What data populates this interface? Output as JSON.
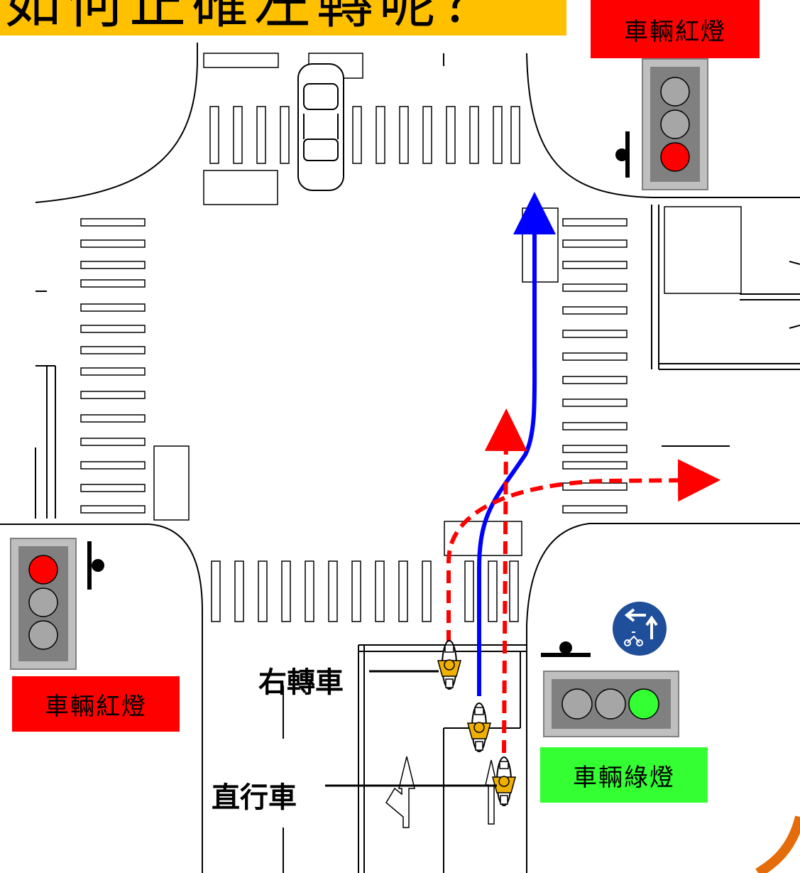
{
  "title": "如何正確左轉呢？",
  "signals": {
    "top_right_label": "車輛紅燈",
    "left_label": "車輛紅燈",
    "bottom_right_label": "車輛綠燈",
    "colors": {
      "red": "#FF0000",
      "green": "#33FF33",
      "gray": "#A6A6A6",
      "title_bg": "#FFC000"
    }
  },
  "vehicles": {
    "right_turn_label": "右轉車",
    "straight_label": "直行車"
  },
  "icons": {
    "traffic_light_top_right": "traffic-light-vertical-red",
    "traffic_light_left": "traffic-light-vertical-red",
    "traffic_light_bottom_right": "traffic-light-horizontal-green",
    "sign": "motorcycle-two-stage-left-turn-sign"
  },
  "paths": {
    "left_turn": {
      "color": "#0000FF",
      "style": "solid"
    },
    "right_turn": {
      "color": "#FF0000",
      "style": "dashed"
    },
    "straight": {
      "color": "#FF0000",
      "style": "dashed"
    }
  }
}
